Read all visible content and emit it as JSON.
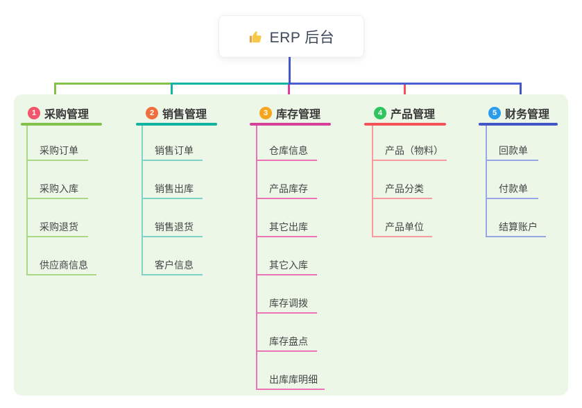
{
  "canvas": {
    "background": "#ffffff",
    "panel_background": "#ecf7e8"
  },
  "root": {
    "icon": "thumbs-up-icon",
    "title": "ERP 后台",
    "line_color": "#4656c9"
  },
  "branches": [
    {
      "num": "1",
      "label": "采购管理",
      "badge_color": "#f1566b",
      "line_color": "#82c24a",
      "child_line_color": "#abd787",
      "children": [
        "采购订单",
        "采购入库",
        "采购退货",
        "供应商信息"
      ]
    },
    {
      "num": "2",
      "label": "销售管理",
      "badge_color": "#f06e3d",
      "line_color": "#13b3a2",
      "child_line_color": "#7dd3c7",
      "children": [
        "销售订单",
        "销售出库",
        "销售退货",
        "客户信息"
      ]
    },
    {
      "num": "3",
      "label": "库存管理",
      "badge_color": "#f6a51f",
      "line_color": "#d74098",
      "child_line_color": "#ee72b8",
      "children": [
        "仓库信息",
        "产品库存",
        "其它出库",
        "其它入库",
        "库存调拨",
        "库存盘点",
        "出库库明细"
      ]
    },
    {
      "num": "4",
      "label": "产品管理",
      "badge_color": "#2fc45e",
      "line_color": "#f4515a",
      "child_line_color": "#f89ba0",
      "children": [
        "产品（物料）",
        "产品分类",
        "产品单位"
      ]
    },
    {
      "num": "5",
      "label": "财务管理",
      "badge_color": "#2b9bed",
      "line_color": "#4356c5",
      "child_line_color": "#96a7e4",
      "children": [
        "回款单",
        "付款单",
        "结算账户"
      ]
    }
  ]
}
